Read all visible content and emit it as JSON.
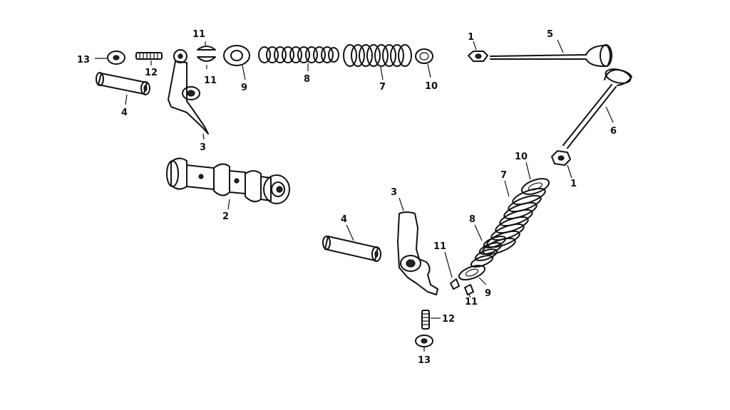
{
  "diagram": {
    "labels": {
      "l13a": "13",
      "l12a": "12",
      "l11a": "11",
      "l11b": "11",
      "l9a": "9",
      "l8a": "8",
      "l7a": "7",
      "l10a": "10",
      "l1a": "1",
      "l5": "5",
      "l4a": "4",
      "l3a": "3",
      "l6": "6",
      "l10b": "10",
      "l1b": "1",
      "l7b": "7",
      "l2": "2",
      "l3b": "3",
      "l4b": "4",
      "l8b": "8",
      "l11c": "11",
      "l9b": "9",
      "l11d": "11",
      "l12b": "12",
      "l13b": "13"
    }
  }
}
